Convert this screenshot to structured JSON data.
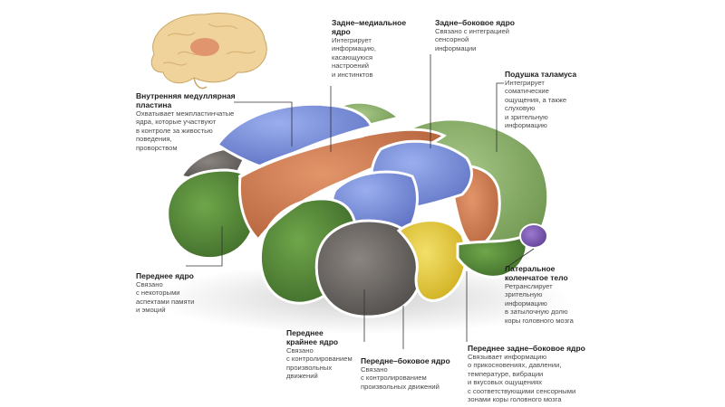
{
  "labels": {
    "dorsomedial": {
      "title": "Задне–медиальное\nядро",
      "desc": "Интегрирует\nинформацию,\nкасающуюся\nнастроений\nи инстинктов"
    },
    "lateral_dorsal": {
      "title": "Задне–боковое ядро",
      "desc": "Связано с интеграцией\nсенсорной\nинформации"
    },
    "pulvinar": {
      "title": "Подушка таламуса",
      "desc": "Интегрирует\nсоматические\nощущения, а также\nслуховую\nи зрительную\nинформацию"
    },
    "medullary_lamina": {
      "title": "Внутренняя медуллярная\nпластина",
      "desc": "Охватывает межпластинчатые\nядра, которые участвуют\nв контроле за живостью\nповедения,\nпроворством"
    },
    "anterior": {
      "title": "Переднее ядро",
      "desc": "Связано\nс некоторыми\nаспектами памяти\nи эмоций"
    },
    "lateral_geniculate": {
      "title": "Латеральное\nколенчатое тело",
      "desc": "Ретранслирует\nзрительную\nинформацию\nв затылочную долю\nкоры головного мозга"
    },
    "ventral_anterior": {
      "title": "Переднее\nкрайнее ядро",
      "desc": "Связано\nс контролированием\nпроизвольных\nдвижений"
    },
    "ventral_lateral": {
      "title": "Передне–боковое ядро",
      "desc": "Связано\nс контролированием\nпроизвольных движений"
    },
    "ventral_posterior": {
      "title": "Переднее задне–боковое ядро",
      "desc": "Связывает информацию\nо прикосновениях, давлении,\nтемпературе, вибрации\nи вкусовых ощущениях\nс соответствующими сенсорными\nзонами коры головного мозга"
    }
  },
  "colors": {
    "green": "#5c8a3a",
    "blue": "#7b8fd6",
    "orange": "#cf7a4c",
    "yellow": "#e8cf3a",
    "gray": "#6e6a66",
    "lightgreen": "#8fb36a",
    "purple": "#7a56b0",
    "brain": "#f0d39a",
    "brain_highlight": "#e0956f"
  }
}
